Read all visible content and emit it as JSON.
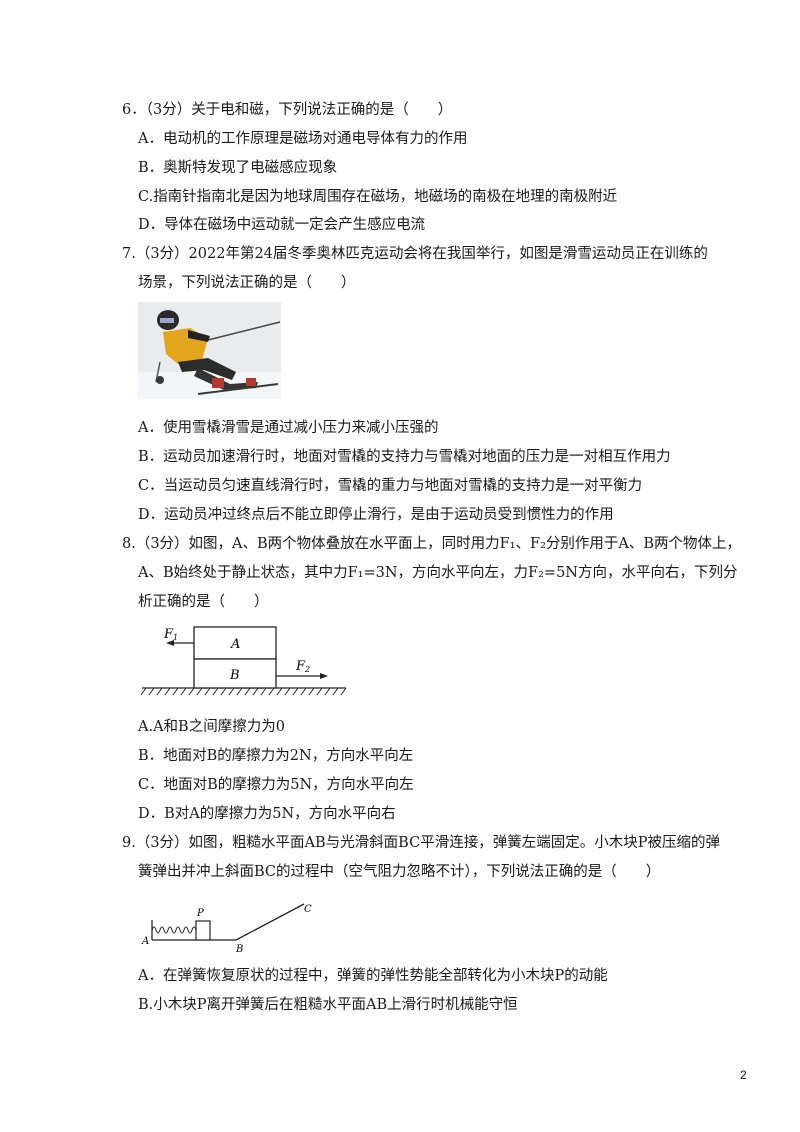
{
  "q6": {
    "stem": "6．（3分）关于电和磁，下列说法正确的是（　　）",
    "options": [
      "A．电动机的工作原理是磁场对通电导体有力的作用",
      "B．奥斯特发现了电磁感应现象",
      "C.指南针指南北是因为地球周围存在磁场，地磁场的南极在地理的南极附近",
      "D．导体在磁场中运动就一定会产生感应电流"
    ]
  },
  "q7": {
    "stem_line1": "7.（3分）2022年第24届冬季奥林匹克运动会将在我国举行，如图是滑雪运动员正在训练的",
    "stem_line2": "场景，下列说法正确的是（　　）",
    "options": [
      "A．使用雪橇滑雪是通过减小压力来减小压强的",
      "B．运动员加速滑行时，地面对雪橇的支持力与雪橇对地面的压力是一对相互作用力",
      "C．当运动员匀速直线滑行时，雪橇的重力与地面对雪橇的支持力是一对平衡力",
      "D．运动员冲过终点后不能立即停止滑行，是由于运动员受到惯性力的作用"
    ]
  },
  "q8": {
    "stem_line1": "8.（3分）如图，A、B两个物体叠放在水平面上，同时用力F₁、F₂分别作用于A、B两个物体上，",
    "stem_line2": "A、B始终处于静止状态，其中力F₁=3N，方向水平向左，力F₂=5N方向，水平向右，下列分",
    "stem_line3": "析正确的是（　　）",
    "figure": {
      "label_a": "A",
      "label_b": "B",
      "f1": "F",
      "f1_sub": "1",
      "f2": "F",
      "f2_sub": "2"
    },
    "options": [
      "A.A和B之间摩擦力为0",
      "B．地面对B的摩擦力为2N，方向水平向左",
      "C．地面对B的摩擦力为5N，方向水平向左",
      "D．B对A的摩擦力为5N，方向水平向右"
    ]
  },
  "q9": {
    "stem_line1": "9.（3分）如图，粗糙水平面AB与光滑斜面BC平滑连接，弹簧左端固定。小木块P被压缩的弹",
    "stem_line2": "簧弹出并冲上斜面BC的过程中（空气阻力忽略不计），下列说法正确的是（　　）",
    "figure": {
      "label_a": "A",
      "label_b": "B",
      "label_c": "C",
      "label_p": "P"
    },
    "options": [
      "A．在弹簧恢复原状的过程中，弹簧的弹性势能全部转化为小木块P的动能",
      "B.小木块P离开弹簧后在粗糙水平面AB上滑行时机械能守恒"
    ]
  },
  "page_number": "2"
}
